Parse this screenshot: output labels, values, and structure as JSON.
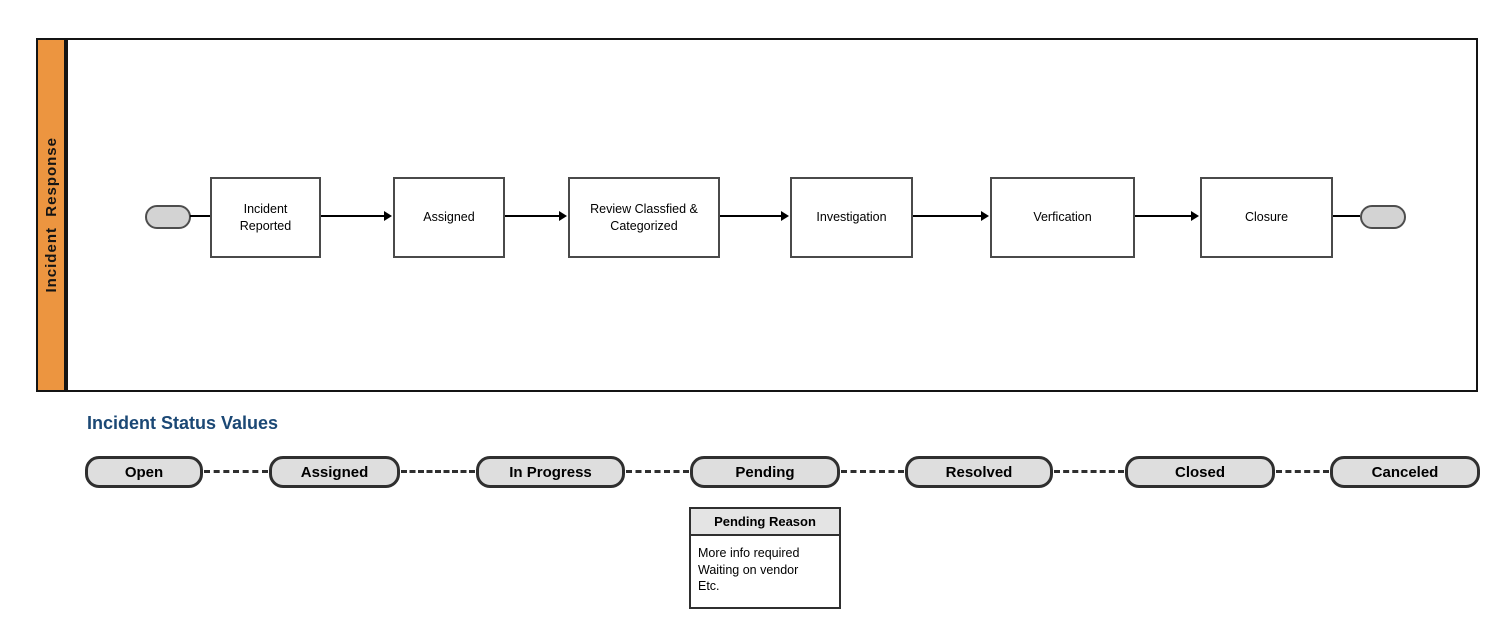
{
  "colors": {
    "lane_fill": "#EC9540",
    "section_title": "#1B4875",
    "pill_fill": "#DEDEDE",
    "terminator_fill": "#D3D3D3",
    "shape_border": "#2F2F2F"
  },
  "swimlane": {
    "label": "Incident  Response"
  },
  "process": {
    "steps": [
      {
        "label": "Incident Reported"
      },
      {
        "label": "Assigned"
      },
      {
        "label": "Review Classfied & Categorized"
      },
      {
        "label": "Investigation"
      },
      {
        "label": "Verfication"
      },
      {
        "label": "Closure"
      }
    ]
  },
  "status_section": {
    "title": "Incident Status Values",
    "statuses": [
      {
        "label": "Open"
      },
      {
        "label": "Assigned"
      },
      {
        "label": "In Progress"
      },
      {
        "label": "Pending"
      },
      {
        "label": "Resolved"
      },
      {
        "label": "Closed"
      },
      {
        "label": "Canceled"
      }
    ],
    "pending_reason": {
      "title": "Pending Reason",
      "lines": [
        "More info required",
        "Waiting on vendor",
        "Etc."
      ]
    }
  }
}
